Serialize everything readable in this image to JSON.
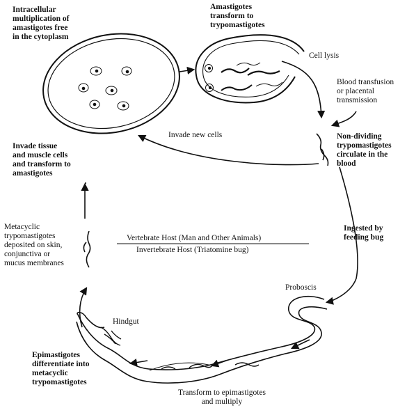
{
  "diagram": {
    "labels": {
      "intracellular": "Intracellular\nmultiplication of\namastigotes free\nin the cytoplasm",
      "amastigotes_transform": "Amastigotes\ntransform to\ntrypomastigotes",
      "cell_lysis": "Cell lysis",
      "blood_transfusion": "Blood transfusion\nor placental\ntransmission",
      "invade_new_cells": "Invade new cells",
      "non_dividing": "Non-dividing\ntrypomastigotes\ncirculate in the\nblood",
      "invade_tissue": "Invade tissue\nand muscle cells\nand transform to\namastigotes",
      "metacyclic": "Metacyclic\ntrypomastigotes\ndeposited on skin,\nconjunctiva or\nmucus membranes",
      "vertebrate_host": "Vertebrate Host (Man and Other Animals)",
      "invertebrate_host": "Invertebrate Host (Triatomine bug)",
      "ingested": "Ingested by\nfeeding bug",
      "proboscis": "Proboscis",
      "hindgut": "Hindgut",
      "epimastigotes_differentiate": "Epimastigotes\ndifferentiate into\nmetacyclic\ntrypomastigotes",
      "transform_epimastigotes": "Transform to epimastigotes\nand multiply"
    },
    "colors": {
      "ink": "#111111",
      "background": "#ffffff"
    }
  }
}
